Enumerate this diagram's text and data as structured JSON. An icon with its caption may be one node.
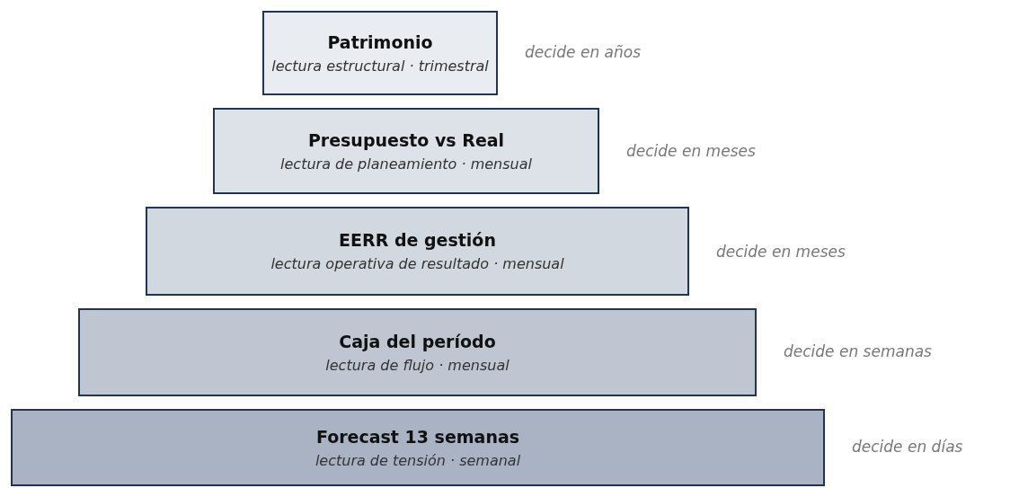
{
  "diagram": {
    "nodes": [
      {
        "text": [
          "Patrimonio",
          "lectura estructural · trimestral"
        ],
        "beside": [
          "decide en años"
        ]
      },
      {
        "text": [
          "Presupuesto vs Real",
          "lectura de planeamiento · mensual"
        ],
        "beside": [
          "decide en meses"
        ]
      },
      {
        "text": [
          "EERR de gestión",
          "lectura operativa de resultado · mensual"
        ],
        "beside": [
          "decide en meses"
        ]
      },
      {
        "text": [
          "Caja del período",
          "lectura de flujo · mensual"
        ],
        "beside": [
          "decide en semanas"
        ]
      },
      {
        "text": [
          "Forecast 13 semanas",
          "lectura de tensión · semanal"
        ],
        "beside": [
          "decide en días"
        ]
      }
    ],
    "edges": []
  }
}
